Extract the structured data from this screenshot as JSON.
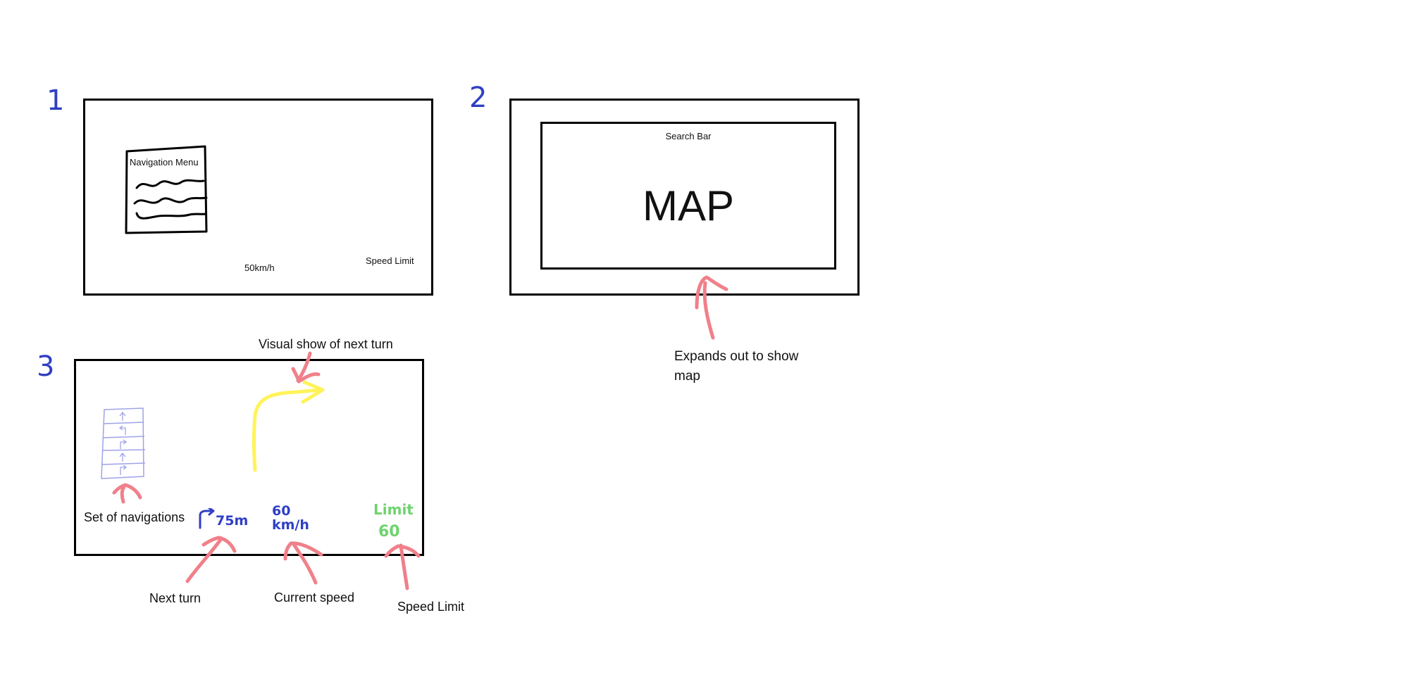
{
  "sketch_1": {
    "number": "1",
    "menu_title": "Navigation Menu",
    "speed_value": "50km/h",
    "speed_limit_label": "Speed Limit"
  },
  "sketch_2": {
    "number": "2",
    "search_bar_label": "Search Bar",
    "map_label": "MAP",
    "annotation": "Expands out to show map"
  },
  "sketch_3": {
    "number": "3",
    "visual_annotation": "Visual show of next turn",
    "nav_set_label": "Set of navigations",
    "next_turn_value": "75m",
    "current_speed_line1": "60",
    "current_speed_line2": "km/h",
    "limit_word": "Limit",
    "limit_value": "60",
    "next_turn_annotation": "Next turn",
    "current_speed_annotation": "Current speed",
    "speed_limit_annotation": "Speed Limit"
  },
  "colors": {
    "ink": "#000000",
    "number_blue": "#2f3fc4",
    "arrow_red": "#f0808a",
    "turn_yellow": "#fff35a",
    "limit_green": "#6fd36f",
    "nav_list_lavender": "#9ea3e6"
  }
}
